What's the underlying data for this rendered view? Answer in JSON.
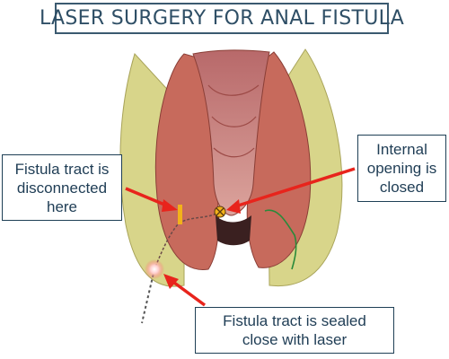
{
  "title": "LASER SURGERY FOR ANAL FISTULA",
  "annotations": {
    "left": [
      "Fistula tract is",
      "disconnected",
      "here"
    ],
    "right": [
      "Internal",
      "opening is",
      "closed"
    ],
    "bottom": [
      "Fistula tract is sealed",
      "close with laser"
    ]
  },
  "colors": {
    "title_border": "#3b5a70",
    "title_text": "#2f4f66",
    "arrow": "#e8241c",
    "tissue": "#c76a5c",
    "fat": "#d8d58a",
    "marker": "#f2b21a"
  }
}
